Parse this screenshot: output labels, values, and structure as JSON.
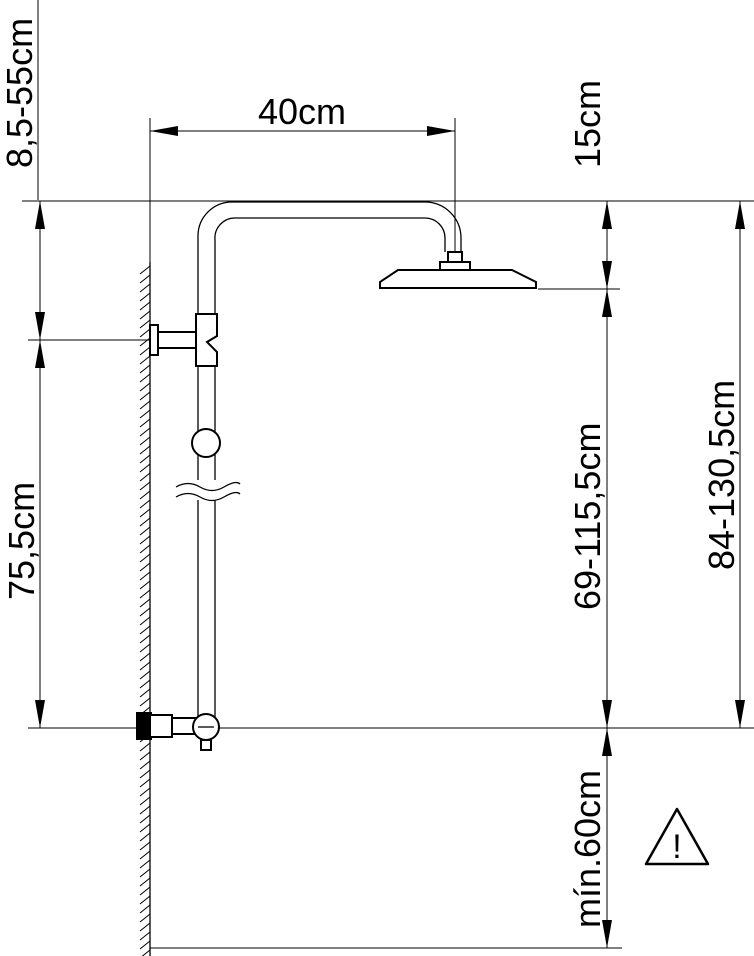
{
  "dimensions": {
    "wall_offset": "8,5-55cm",
    "arm_length": "40cm",
    "head_drop": "15cm",
    "total_height": "84-130,5cm",
    "head_height": "69-115,5cm",
    "outlet_height": "75,5cm",
    "min_floor": "mín.60cm"
  },
  "warning": {
    "symbol": "!"
  }
}
